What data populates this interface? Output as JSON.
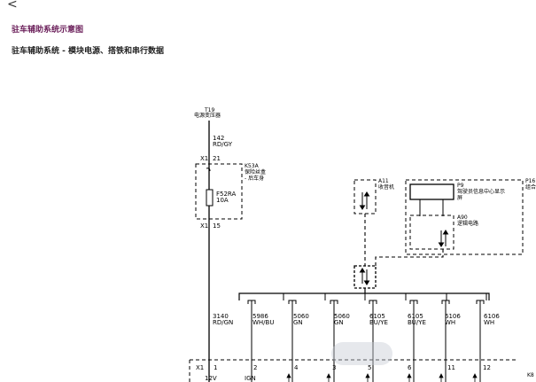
{
  "nav": {
    "back_icon": "chevron-left-icon",
    "back_glyph": "<"
  },
  "header": {
    "title": "驻车辅助系统示意图",
    "subtitle": "驻车辅助系统 - 模块电源、搭铁和串行数据"
  },
  "diagram": {
    "t19": {
      "code": "T19",
      "name": "电源变压器"
    },
    "wire_top": {
      "circuit": "142",
      "color": "RD/GY"
    },
    "x1_21": {
      "conn": "X1",
      "pin": "21"
    },
    "k53a": {
      "code": "K53A",
      "line1": "保险丝盒",
      "line2": "- 后车身"
    },
    "fuse": {
      "name": "F52RA",
      "rating": "10A"
    },
    "x1_15": {
      "conn": "X1",
      "pin": "15"
    },
    "a11": {
      "code": "A11",
      "name": "收音机"
    },
    "p16": {
      "code": "P16",
      "name": "组合"
    },
    "p9": {
      "code": "P9",
      "line1": "驾驶员信息中心显示",
      "line2": "屏"
    },
    "a90": {
      "code": "A90",
      "name": "逻辑电路"
    },
    "wires": [
      {
        "circuit": "3140",
        "color": "RD/GN"
      },
      {
        "circuit": "5986",
        "color": "WH/BU"
      },
      {
        "circuit": "5060",
        "color": "GN"
      },
      {
        "circuit": "5060",
        "color": "GN"
      },
      {
        "circuit": "6105",
        "color": "BU/YE"
      },
      {
        "circuit": "6105",
        "color": "BU/YE"
      },
      {
        "circuit": "6106",
        "color": "WH"
      },
      {
        "circuit": "6106",
        "color": "WH"
      }
    ],
    "bottom_conn": "X1",
    "bottom_pins": [
      "1",
      "2",
      "4",
      "3",
      "5",
      "6",
      "11",
      "12"
    ],
    "bottom_labels": [
      "12V",
      "IGN"
    ],
    "right_code": "K8"
  }
}
